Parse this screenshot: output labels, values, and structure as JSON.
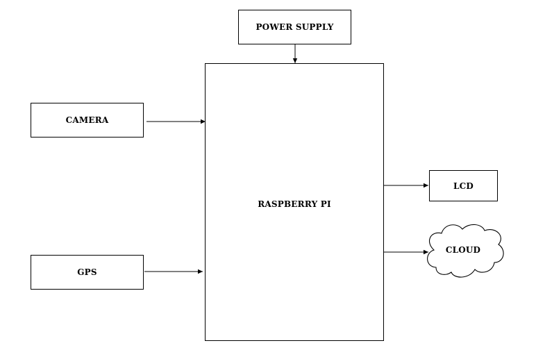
{
  "diagram": {
    "nodes": {
      "power_supply": "POWER SUPPLY",
      "camera": "CAMERA",
      "gps": "GPS",
      "raspberry_pi": "RASPBERRY PI",
      "lcd": "LCD",
      "cloud": "CLOUD"
    },
    "edges": [
      {
        "from": "POWER SUPPLY",
        "to": "RASPBERRY PI"
      },
      {
        "from": "CAMERA",
        "to": "RASPBERRY PI"
      },
      {
        "from": "GPS",
        "to": "RASPBERRY PI"
      },
      {
        "from": "RASPBERRY PI",
        "to": "LCD"
      },
      {
        "from": "RASPBERRY PI",
        "to": "CLOUD"
      }
    ],
    "colors": {
      "stroke": "#000000",
      "background": "#ffffff"
    }
  }
}
